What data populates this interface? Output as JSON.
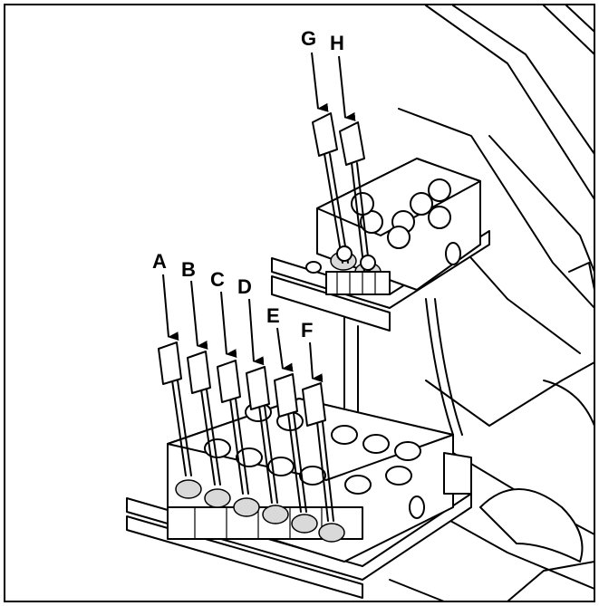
{
  "figure": {
    "frame_color": "#000000",
    "background": "#ffffff"
  },
  "labels": {
    "a": "A",
    "b": "B",
    "c": "C",
    "d": "D",
    "e": "E",
    "f": "F",
    "g": "G",
    "h": "H"
  }
}
